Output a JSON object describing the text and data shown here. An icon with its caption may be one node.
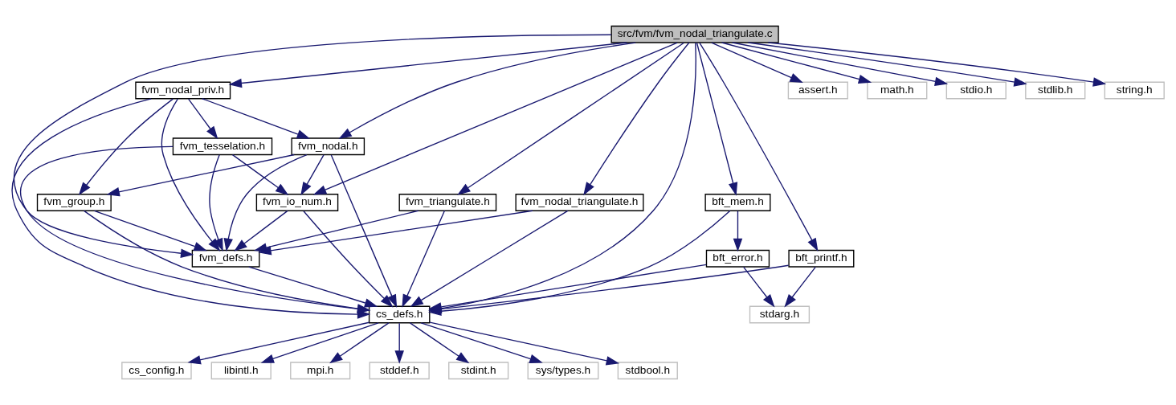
{
  "diagram": {
    "nodes": [
      {
        "text": [
          "src/fvm/fvm_nodal_triangulate.c"
        ]
      },
      {
        "text": [
          "fvm_nodal_priv.h"
        ]
      },
      {
        "text": [
          "assert.h"
        ]
      },
      {
        "text": [
          "math.h"
        ]
      },
      {
        "text": [
          "stdio.h"
        ]
      },
      {
        "text": [
          "stdlib.h"
        ]
      },
      {
        "text": [
          "string.h"
        ]
      },
      {
        "text": [
          "fvm_nodal.h"
        ]
      },
      {
        "text": [
          "fvm_tesselation.h"
        ]
      },
      {
        "text": [
          "bft_mem.h"
        ]
      },
      {
        "text": [
          "fvm_io_num.h"
        ]
      },
      {
        "text": [
          "fvm_group.h"
        ]
      },
      {
        "text": [
          "fvm_triangulate.h"
        ]
      },
      {
        "text": [
          "fvm_nodal_triangulate.h"
        ]
      },
      {
        "text": [
          "bft_printf.h"
        ]
      },
      {
        "text": [
          "bft_error.h"
        ]
      },
      {
        "text": [
          "fvm_defs.h"
        ]
      },
      {
        "text": [
          "stdarg.h"
        ]
      },
      {
        "text": [
          "cs_defs.h"
        ]
      },
      {
        "text": [
          "cs_config.h"
        ]
      },
      {
        "text": [
          "libintl.h"
        ]
      },
      {
        "text": [
          "mpi.h"
        ]
      },
      {
        "text": [
          "stddef.h"
        ]
      },
      {
        "text": [
          "stdint.h"
        ]
      },
      {
        "text": [
          "sys/types.h"
        ]
      },
      {
        "text": [
          "stdbool.h"
        ]
      }
    ],
    "edges": [
      {
        "from": 0,
        "to": 14,
        "arrow": "to"
      },
      {
        "from": 0,
        "to": 9,
        "arrow": "to"
      },
      {
        "from": 0,
        "to": 7,
        "arrow": "to"
      },
      {
        "from": 0,
        "to": 10,
        "arrow": "to"
      },
      {
        "from": 0,
        "to": 1,
        "arrow": "to"
      },
      {
        "from": 0,
        "to": 16,
        "arrow": "to"
      },
      {
        "from": 0,
        "to": 12,
        "arrow": "to"
      },
      {
        "from": 0,
        "to": 13,
        "arrow": "to"
      },
      {
        "from": 0,
        "to": 18,
        "arrow": "to"
      },
      {
        "from": 0,
        "to": 2,
        "arrow": "to"
      },
      {
        "from": 0,
        "to": 3,
        "arrow": "to"
      },
      {
        "from": 0,
        "to": 4,
        "arrow": "to"
      },
      {
        "from": 0,
        "to": 5,
        "arrow": "to"
      },
      {
        "from": 0,
        "to": 6,
        "arrow": "to"
      },
      {
        "from": 1,
        "to": 18,
        "arrow": "to"
      },
      {
        "from": 1,
        "to": 7,
        "arrow": "to"
      },
      {
        "from": 1,
        "to": 11,
        "arrow": "to"
      },
      {
        "from": 1,
        "to": 8,
        "arrow": "to"
      },
      {
        "from": 1,
        "to": 16,
        "arrow": "to"
      },
      {
        "from": 7,
        "to": 18,
        "arrow": "to"
      },
      {
        "from": 7,
        "to": 10,
        "arrow": "to"
      },
      {
        "from": 7,
        "to": 11,
        "arrow": "to"
      },
      {
        "from": 7,
        "to": 16,
        "arrow": "to"
      },
      {
        "from": 8,
        "to": 10,
        "arrow": "to"
      },
      {
        "from": 8,
        "to": 18,
        "arrow": "to"
      },
      {
        "from": 8,
        "to": 16,
        "arrow": "to"
      },
      {
        "from": 9,
        "to": 15,
        "arrow": "to"
      },
      {
        "from": 9,
        "to": 18,
        "arrow": "to"
      },
      {
        "from": 10,
        "to": 18,
        "arrow": "to"
      },
      {
        "from": 10,
        "to": 16,
        "arrow": "to"
      },
      {
        "from": 11,
        "to": 18,
        "arrow": "to"
      },
      {
        "from": 11,
        "to": 16,
        "arrow": "to"
      },
      {
        "from": 12,
        "to": 16,
        "arrow": "to"
      },
      {
        "from": 12,
        "to": 18,
        "arrow": "to"
      },
      {
        "from": 13,
        "to": 16,
        "arrow": "to"
      },
      {
        "from": 13,
        "to": 18,
        "arrow": "to"
      },
      {
        "from": 14,
        "to": 17,
        "arrow": "to"
      },
      {
        "from": 14,
        "to": 18,
        "arrow": "to"
      },
      {
        "from": 15,
        "to": 17,
        "arrow": "to"
      },
      {
        "from": 15,
        "to": 18,
        "arrow": "to"
      },
      {
        "from": 16,
        "to": 18,
        "arrow": "to"
      },
      {
        "from": 18,
        "to": 19,
        "arrow": "to"
      },
      {
        "from": 18,
        "to": 20,
        "arrow": "to"
      },
      {
        "from": 18,
        "to": 21,
        "arrow": "to"
      },
      {
        "from": 18,
        "to": 22,
        "arrow": "to"
      },
      {
        "from": 18,
        "to": 23,
        "arrow": "to"
      },
      {
        "from": 18,
        "to": 24,
        "arrow": "to"
      },
      {
        "from": 18,
        "to": 25,
        "arrow": "to"
      }
    ]
  }
}
